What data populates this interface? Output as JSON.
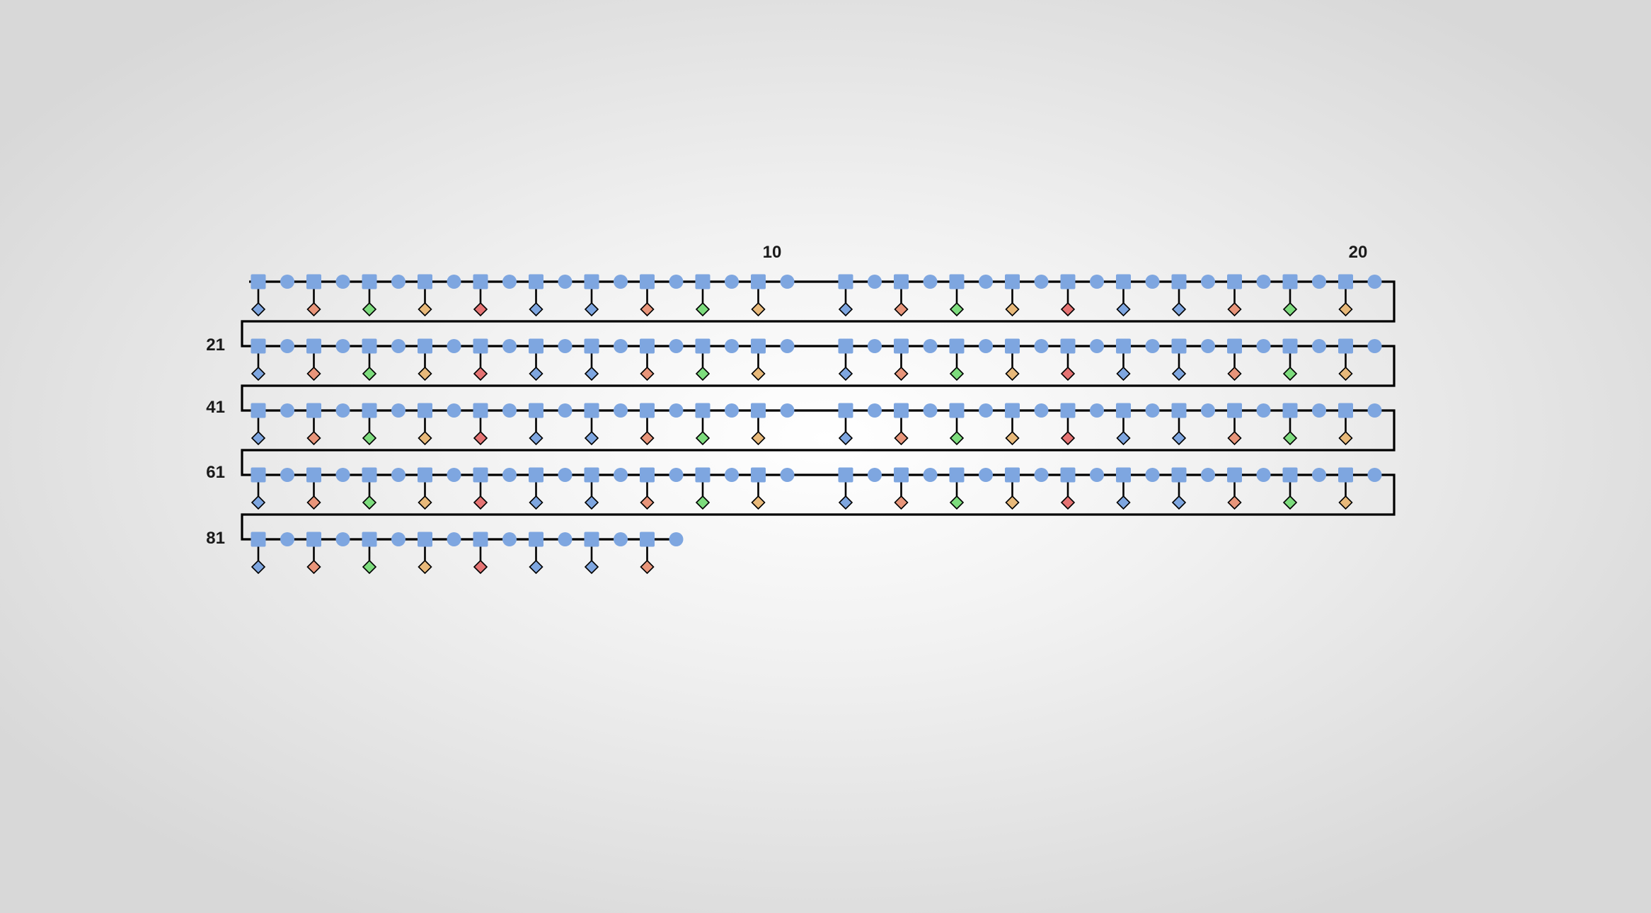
{
  "colors": {
    "residue": "#7ea6e0",
    "blue": "#7ea6e0",
    "salmon": "#e8957a",
    "green": "#7ddc7d",
    "orange": "#e8b97a",
    "red": "#e57373",
    "line": "#000000"
  },
  "shapes": {
    "square_residue": "square",
    "round_residue": "circle",
    "side_chain": "diamond"
  },
  "row_number_labels": [
    "21",
    "41",
    "61",
    "81"
  ],
  "column_number_labels": [
    "10",
    "20"
  ],
  "rows": [
    {
      "squares": 20,
      "side_chain_colors": [
        "blue",
        "salmon",
        "green",
        "orange",
        "red",
        "blue",
        "blue",
        "salmon",
        "green",
        "orange",
        "blue",
        "salmon",
        "green",
        "orange",
        "red",
        "blue",
        "blue",
        "salmon",
        "green",
        "orange"
      ]
    },
    {
      "squares": 20,
      "side_chain_colors": [
        "blue",
        "salmon",
        "green",
        "orange",
        "red",
        "blue",
        "blue",
        "salmon",
        "green",
        "orange",
        "blue",
        "salmon",
        "green",
        "orange",
        "red",
        "blue",
        "blue",
        "salmon",
        "green",
        "orange"
      ]
    },
    {
      "squares": 20,
      "side_chain_colors": [
        "blue",
        "salmon",
        "green",
        "orange",
        "red",
        "blue",
        "blue",
        "salmon",
        "green",
        "orange",
        "blue",
        "salmon",
        "green",
        "orange",
        "red",
        "blue",
        "blue",
        "salmon",
        "green",
        "orange"
      ]
    },
    {
      "squares": 20,
      "side_chain_colors": [
        "blue",
        "salmon",
        "green",
        "orange",
        "red",
        "blue",
        "blue",
        "salmon",
        "green",
        "orange",
        "blue",
        "salmon",
        "green",
        "orange",
        "red",
        "blue",
        "blue",
        "salmon",
        "green",
        "orange"
      ]
    },
    {
      "squares": 8,
      "side_chain_colors": [
        "blue",
        "salmon",
        "green",
        "orange",
        "red",
        "blue",
        "blue",
        "salmon"
      ]
    }
  ]
}
